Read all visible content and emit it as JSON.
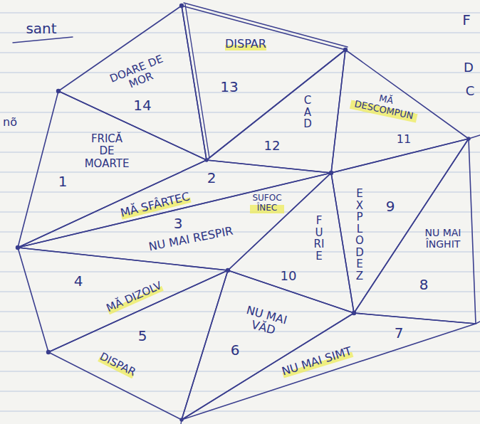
{
  "diagram": {
    "nodes": [
      {
        "text": [
          "1",
          "FRICĂ DE MOARTE"
        ]
      },
      {
        "text": [
          "2",
          "MĂ SFÂRTEC"
        ]
      },
      {
        "text": [
          "3",
          "NU MAI RESPIR",
          "SUFOC ÎNEC"
        ]
      },
      {
        "text": [
          "4",
          "MĂ DIZOLV"
        ]
      },
      {
        "text": [
          "5",
          "DISPAR"
        ]
      },
      {
        "text": [
          "NU MAI VĂD",
          "6"
        ]
      },
      {
        "text": [
          "7",
          "NU MAI SIMT"
        ]
      },
      {
        "text": [
          "NU MAI ÎNGHIT",
          "8"
        ]
      },
      {
        "text": [
          "EXPLODEZ",
          "9"
        ]
      },
      {
        "text": [
          "FURIE",
          "10"
        ]
      },
      {
        "text": [
          "MĂ DESCOMPUN",
          "11"
        ]
      },
      {
        "text": [
          "CAD",
          "12"
        ]
      },
      {
        "text": [
          "DISPAR",
          "13"
        ]
      },
      {
        "text": [
          "DOARE DE MOR",
          "14"
        ]
      }
    ],
    "labels": [
      "sant",
      "nõ",
      "F",
      "D",
      "C"
    ]
  }
}
